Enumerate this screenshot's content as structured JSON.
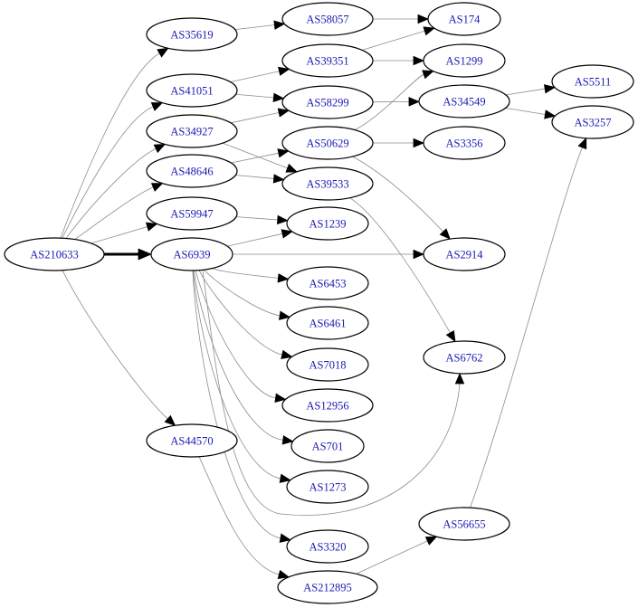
{
  "graph": {
    "nodes": [
      {
        "id": "AS210633",
        "label": "AS210633"
      },
      {
        "id": "AS35619",
        "label": "AS35619"
      },
      {
        "id": "AS41051",
        "label": "AS41051"
      },
      {
        "id": "AS34927",
        "label": "AS34927"
      },
      {
        "id": "AS48646",
        "label": "AS48646"
      },
      {
        "id": "AS59947",
        "label": "AS59947"
      },
      {
        "id": "AS6939",
        "label": "AS6939"
      },
      {
        "id": "AS44570",
        "label": "AS44570"
      },
      {
        "id": "AS58057",
        "label": "AS58057"
      },
      {
        "id": "AS39351",
        "label": "AS39351"
      },
      {
        "id": "AS58299",
        "label": "AS58299"
      },
      {
        "id": "AS50629",
        "label": "AS50629"
      },
      {
        "id": "AS39533",
        "label": "AS39533"
      },
      {
        "id": "AS1239",
        "label": "AS1239"
      },
      {
        "id": "AS6453",
        "label": "AS6453"
      },
      {
        "id": "AS6461",
        "label": "AS6461"
      },
      {
        "id": "AS7018",
        "label": "AS7018"
      },
      {
        "id": "AS12956",
        "label": "AS12956"
      },
      {
        "id": "AS701",
        "label": "AS701"
      },
      {
        "id": "AS1273",
        "label": "AS1273"
      },
      {
        "id": "AS3320",
        "label": "AS3320"
      },
      {
        "id": "AS212895",
        "label": "AS212895"
      },
      {
        "id": "AS174",
        "label": "AS174"
      },
      {
        "id": "AS1299",
        "label": "AS1299"
      },
      {
        "id": "AS34549",
        "label": "AS34549"
      },
      {
        "id": "AS3356",
        "label": "AS3356"
      },
      {
        "id": "AS2914",
        "label": "AS2914"
      },
      {
        "id": "AS6762",
        "label": "AS6762"
      },
      {
        "id": "AS56655",
        "label": "AS56655"
      },
      {
        "id": "AS5511",
        "label": "AS5511"
      },
      {
        "id": "AS3257",
        "label": "AS3257"
      }
    ],
    "edges": [
      {
        "from": "AS210633",
        "to": "AS35619"
      },
      {
        "from": "AS210633",
        "to": "AS41051"
      },
      {
        "from": "AS210633",
        "to": "AS34927"
      },
      {
        "from": "AS210633",
        "to": "AS48646"
      },
      {
        "from": "AS210633",
        "to": "AS59947"
      },
      {
        "from": "AS210633",
        "to": "AS6939",
        "bold": true
      },
      {
        "from": "AS210633",
        "to": "AS44570"
      },
      {
        "from": "AS35619",
        "to": "AS58057"
      },
      {
        "from": "AS41051",
        "to": "AS39351"
      },
      {
        "from": "AS41051",
        "to": "AS58299"
      },
      {
        "from": "AS34927",
        "to": "AS58299"
      },
      {
        "from": "AS34927",
        "to": "AS39533"
      },
      {
        "from": "AS48646",
        "to": "AS50629"
      },
      {
        "from": "AS48646",
        "to": "AS39533"
      },
      {
        "from": "AS59947",
        "to": "AS1239"
      },
      {
        "from": "AS6939",
        "to": "AS1239"
      },
      {
        "from": "AS6939",
        "to": "AS2914"
      },
      {
        "from": "AS6939",
        "to": "AS6453"
      },
      {
        "from": "AS6939",
        "to": "AS6461"
      },
      {
        "from": "AS6939",
        "to": "AS7018"
      },
      {
        "from": "AS6939",
        "to": "AS12956"
      },
      {
        "from": "AS6939",
        "to": "AS701"
      },
      {
        "from": "AS6939",
        "to": "AS1273"
      },
      {
        "from": "AS6939",
        "to": "AS3320"
      },
      {
        "from": "AS6939",
        "to": "AS6762"
      },
      {
        "from": "AS44570",
        "to": "AS212895"
      },
      {
        "from": "AS58057",
        "to": "AS174"
      },
      {
        "from": "AS39351",
        "to": "AS174"
      },
      {
        "from": "AS39351",
        "to": "AS1299"
      },
      {
        "from": "AS58299",
        "to": "AS34549"
      },
      {
        "from": "AS50629",
        "to": "AS1299"
      },
      {
        "from": "AS50629",
        "to": "AS3356"
      },
      {
        "from": "AS50629",
        "to": "AS2914"
      },
      {
        "from": "AS39533",
        "to": "AS6762"
      },
      {
        "from": "AS34549",
        "to": "AS5511"
      },
      {
        "from": "AS34549",
        "to": "AS3257"
      },
      {
        "from": "AS212895",
        "to": "AS56655"
      },
      {
        "from": "AS56655",
        "to": "AS3257"
      }
    ]
  }
}
